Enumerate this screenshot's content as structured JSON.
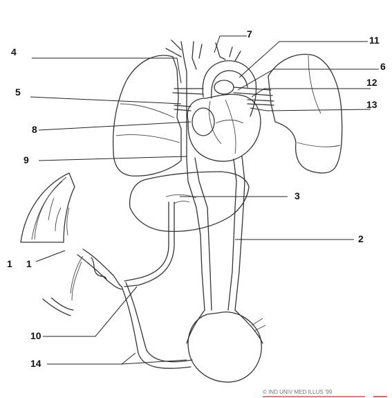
{
  "labels": {
    "l1": "7",
    "l2": "11",
    "l3": "4",
    "l4": "6",
    "l5": "12",
    "l6": "5",
    "l7": "13",
    "l8": "8",
    "l9": "9",
    "l10": "3",
    "l11": "2",
    "l12": "1",
    "l13": "1",
    "l14": "10",
    "l15": "14"
  },
  "credit": "© IND UNIV MED ILLUS '99",
  "accent": "#d32f2f"
}
